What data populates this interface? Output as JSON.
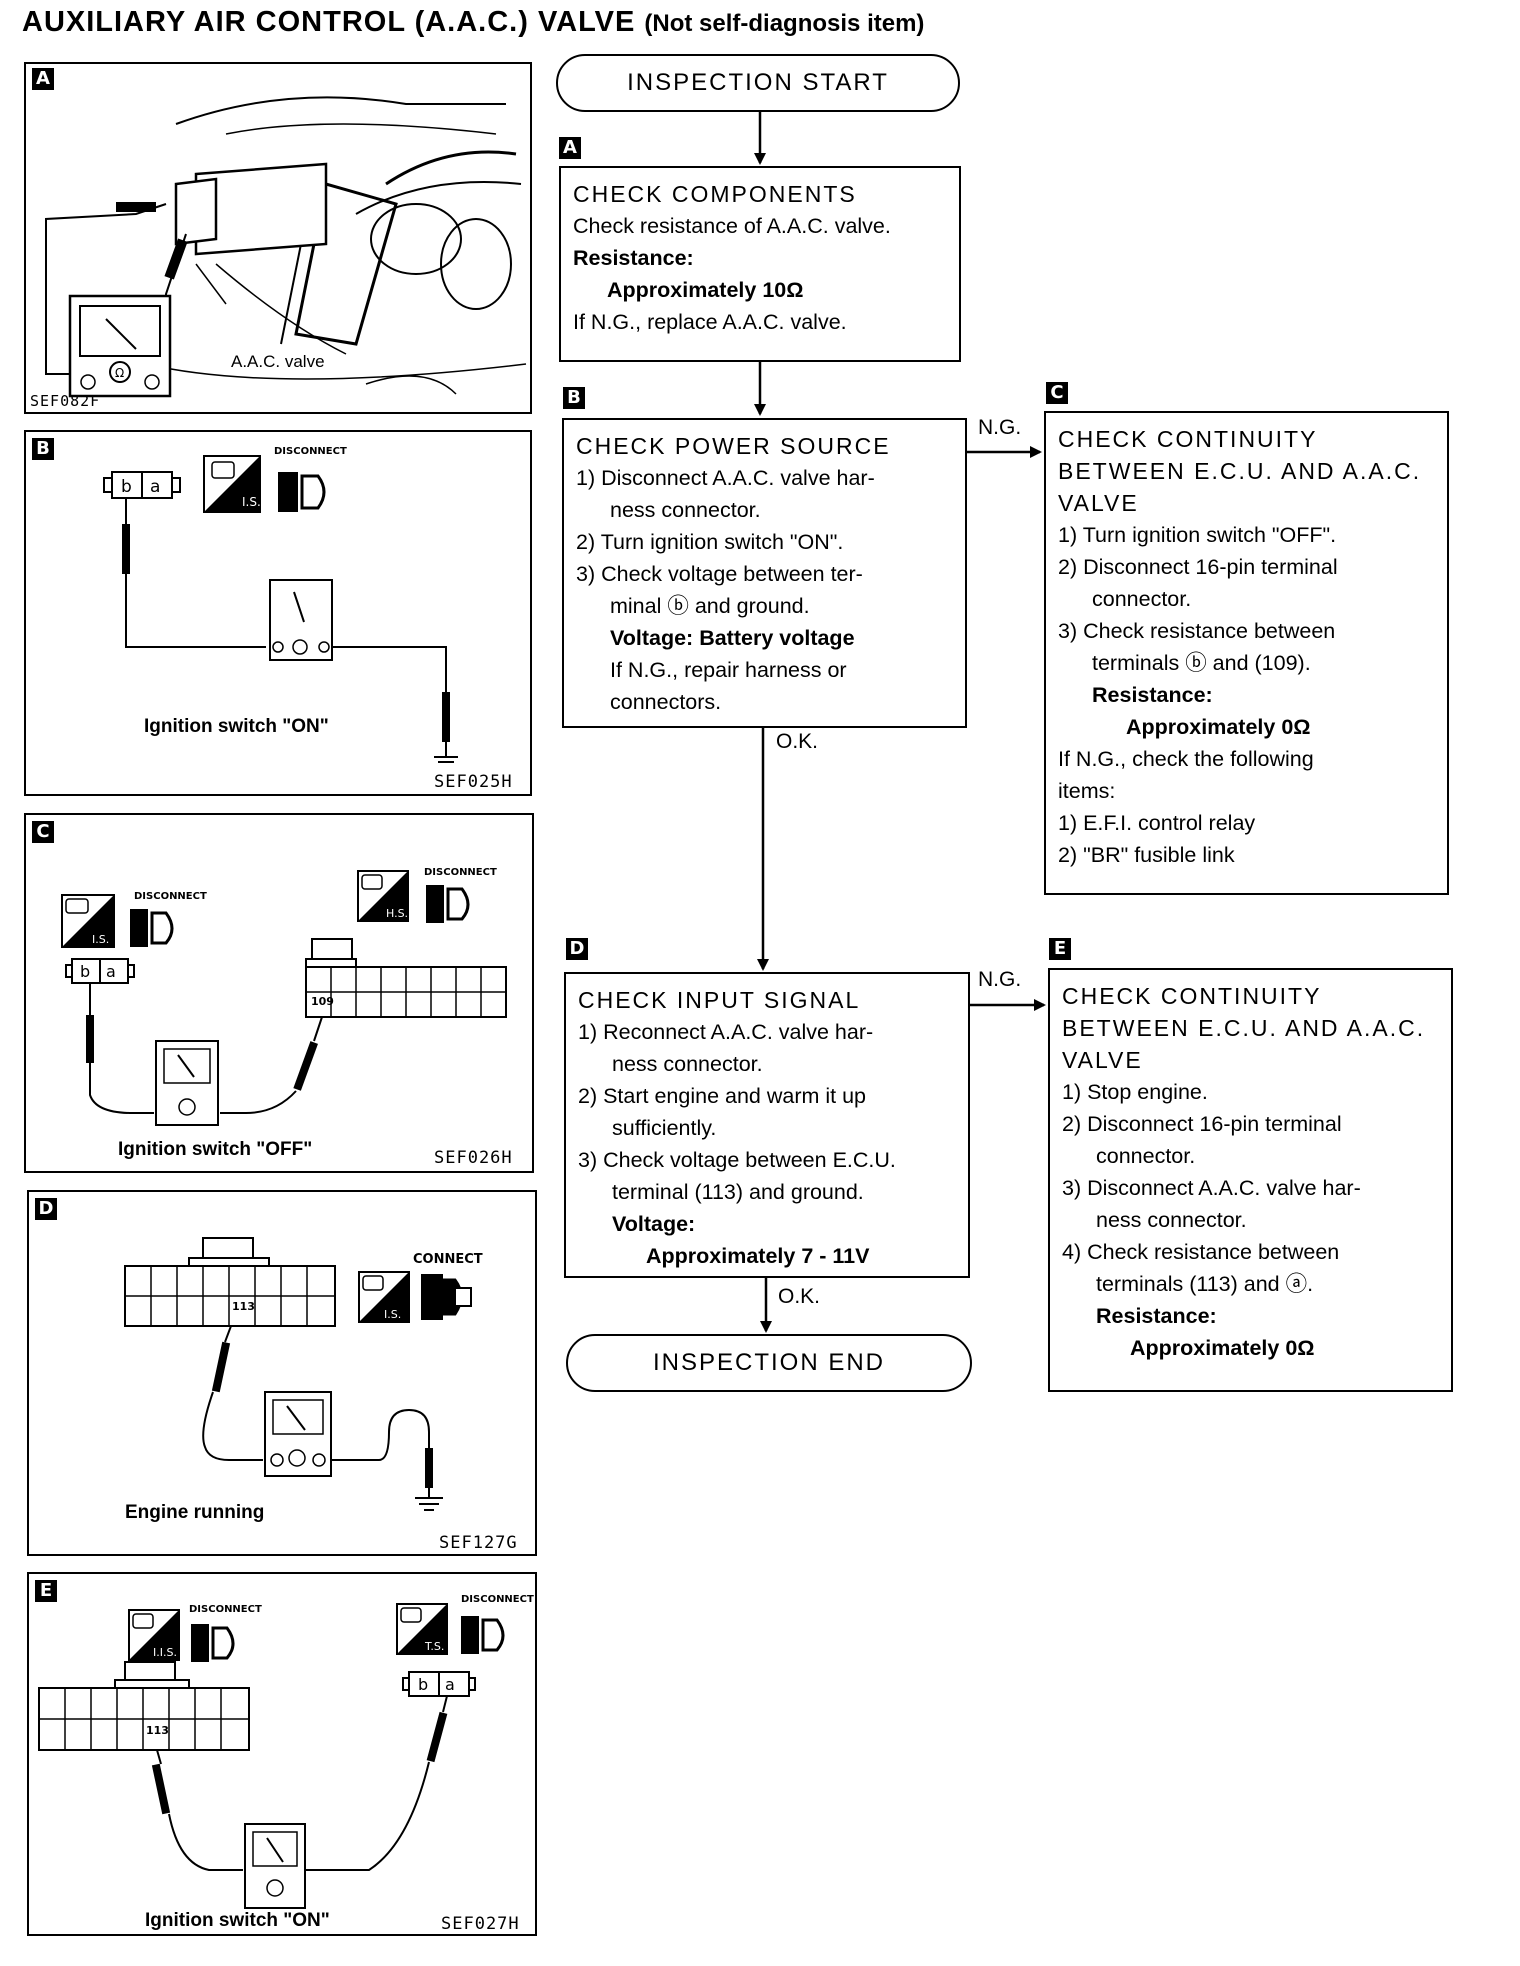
{
  "title": {
    "main": "AUXILIARY AIR CONTROL (A.A.C.) VALVE",
    "sub": "(Not self-diagnosis item)"
  },
  "panels": {
    "A": {
      "letter": "A",
      "label": "A.A.C. valve",
      "code": "SEF082F"
    },
    "B": {
      "letter": "B",
      "caption": "Ignition switch \"ON\"",
      "code": "SEF025H",
      "tag": "DISCONNECT",
      "connector": [
        "b",
        "a"
      ]
    },
    "C": {
      "letter": "C",
      "caption": "Ignition switch \"OFF\"",
      "code": "SEF026H",
      "tag1": "DISCONNECT",
      "tag2": "DISCONNECT",
      "connector": [
        "b",
        "a"
      ],
      "pin": "109"
    },
    "D": {
      "letter": "D",
      "caption": "Engine running",
      "code": "SEF127G",
      "tag": "CONNECT",
      "pin": "113"
    },
    "E": {
      "letter": "E",
      "caption": "Ignition switch \"ON\"",
      "code": "SEF027H",
      "tag1": "DISCONNECT",
      "tag2": "DISCONNECT",
      "connector": [
        "b",
        "a"
      ],
      "pin": "113"
    }
  },
  "flow": {
    "start": "INSPECTION START",
    "end": "INSPECTION END",
    "ng": "N.G.",
    "ok": "O.K.",
    "A": {
      "letter": "A",
      "head": "CHECK COMPONENTS",
      "l1": "Check resistance of A.A.C. valve.",
      "l2": "Resistance:",
      "l3": "Approximately 10Ω",
      "l4": "If N.G., replace A.A.C. valve."
    },
    "B": {
      "letter": "B",
      "head": "CHECK POWER SOURCE",
      "s1a": "1) Disconnect A.A.C. valve har-",
      "s1b": "ness connector.",
      "s2": "2) Turn ignition switch \"ON\".",
      "s3a": "3) Check voltage between ter-",
      "s3b": "minal ⓑ and ground.",
      "v": "Voltage:  Battery voltage",
      "ng1": "If N.G., repair harness or",
      "ng2": "connectors."
    },
    "C": {
      "letter": "C",
      "h1": "CHECK CONTINUITY",
      "h2": "BETWEEN E.C.U. AND A.A.C.",
      "h3": "VALVE",
      "s1": "1) Turn ignition switch \"OFF\".",
      "s2a": "2) Disconnect 16-pin terminal",
      "s2b": "connector.",
      "s3a": "3) Check resistance between",
      "s3b": "terminals ⓑ and (109).",
      "r1": "Resistance:",
      "r2": "Approximately 0Ω",
      "n1": "If N.G., check the following",
      "n2": "items:",
      "i1": "1) E.F.I. control relay",
      "i2": "2) \"BR\" fusible link"
    },
    "D": {
      "letter": "D",
      "head": "CHECK INPUT SIGNAL",
      "s1a": "1) Reconnect A.A.C. valve har-",
      "s1b": "ness connector.",
      "s2a": "2) Start engine and warm it up",
      "s2b": "sufficiently.",
      "s3a": "3) Check voltage between E.C.U.",
      "s3b": "terminal (113) and ground.",
      "v1": "Voltage:",
      "v2": "Approximately 7 - 11V"
    },
    "E": {
      "letter": "E",
      "h1": "CHECK CONTINUITY",
      "h2": "BETWEEN E.C.U. AND A.A.C.",
      "h3": "VALVE",
      "s1": "1) Stop engine.",
      "s2a": "2) Disconnect 16-pin terminal",
      "s2b": "connector.",
      "s3a": "3) Disconnect A.A.C. valve har-",
      "s3b": "ness connector.",
      "s4a": "4) Check resistance between",
      "s4b": "terminals (113) and ⓐ.",
      "r1": "Resistance:",
      "r2": "Approximately 0Ω"
    }
  }
}
